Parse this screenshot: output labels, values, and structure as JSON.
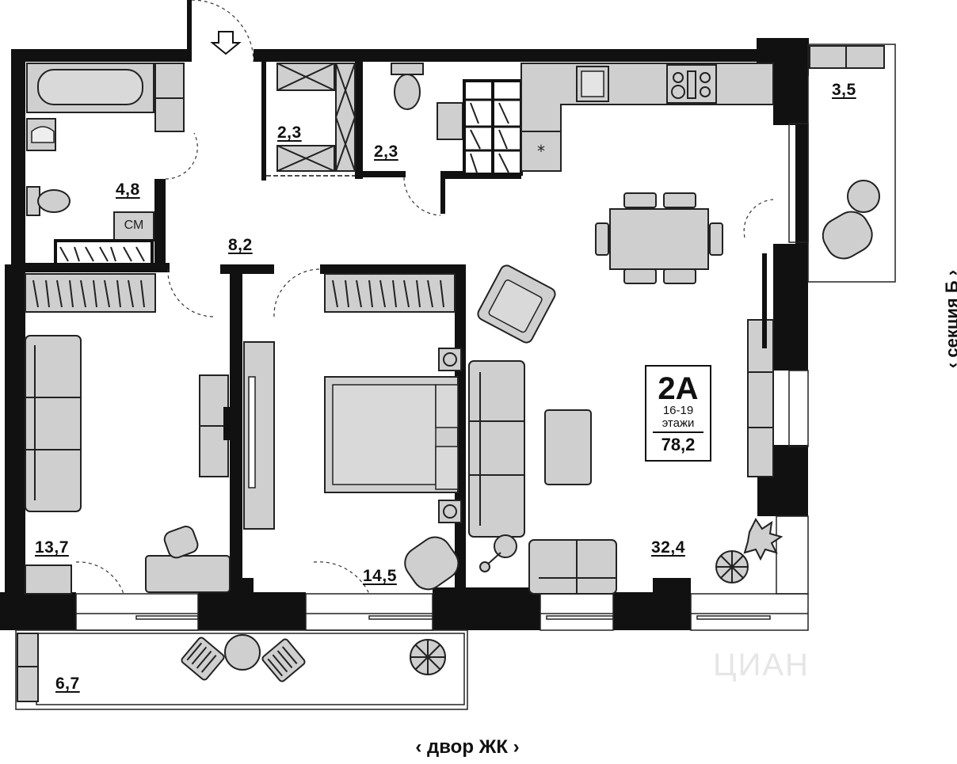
{
  "apartment": {
    "type": "2А",
    "floors": "16-19",
    "floors_word": "этажи",
    "total_area": "78,2"
  },
  "rooms": {
    "bathroom": "4,8",
    "storage": "2,3",
    "wc": "2,3",
    "hall": "8,2",
    "bedroom_left": "13,7",
    "bedroom_mid": "14,5",
    "living": "32,4",
    "balcony_right": "3,5",
    "balcony_bottom": "6,7"
  },
  "fixtures": {
    "washer_label": "СМ"
  },
  "orientation": {
    "right": "‹ секция Б ›",
    "bottom": "‹ двор ЖК ›"
  },
  "watermark": "ЦИАН",
  "colors": {
    "wall": "#111111",
    "furniture": "#cfcfcf",
    "furniture_stroke": "#222222"
  }
}
